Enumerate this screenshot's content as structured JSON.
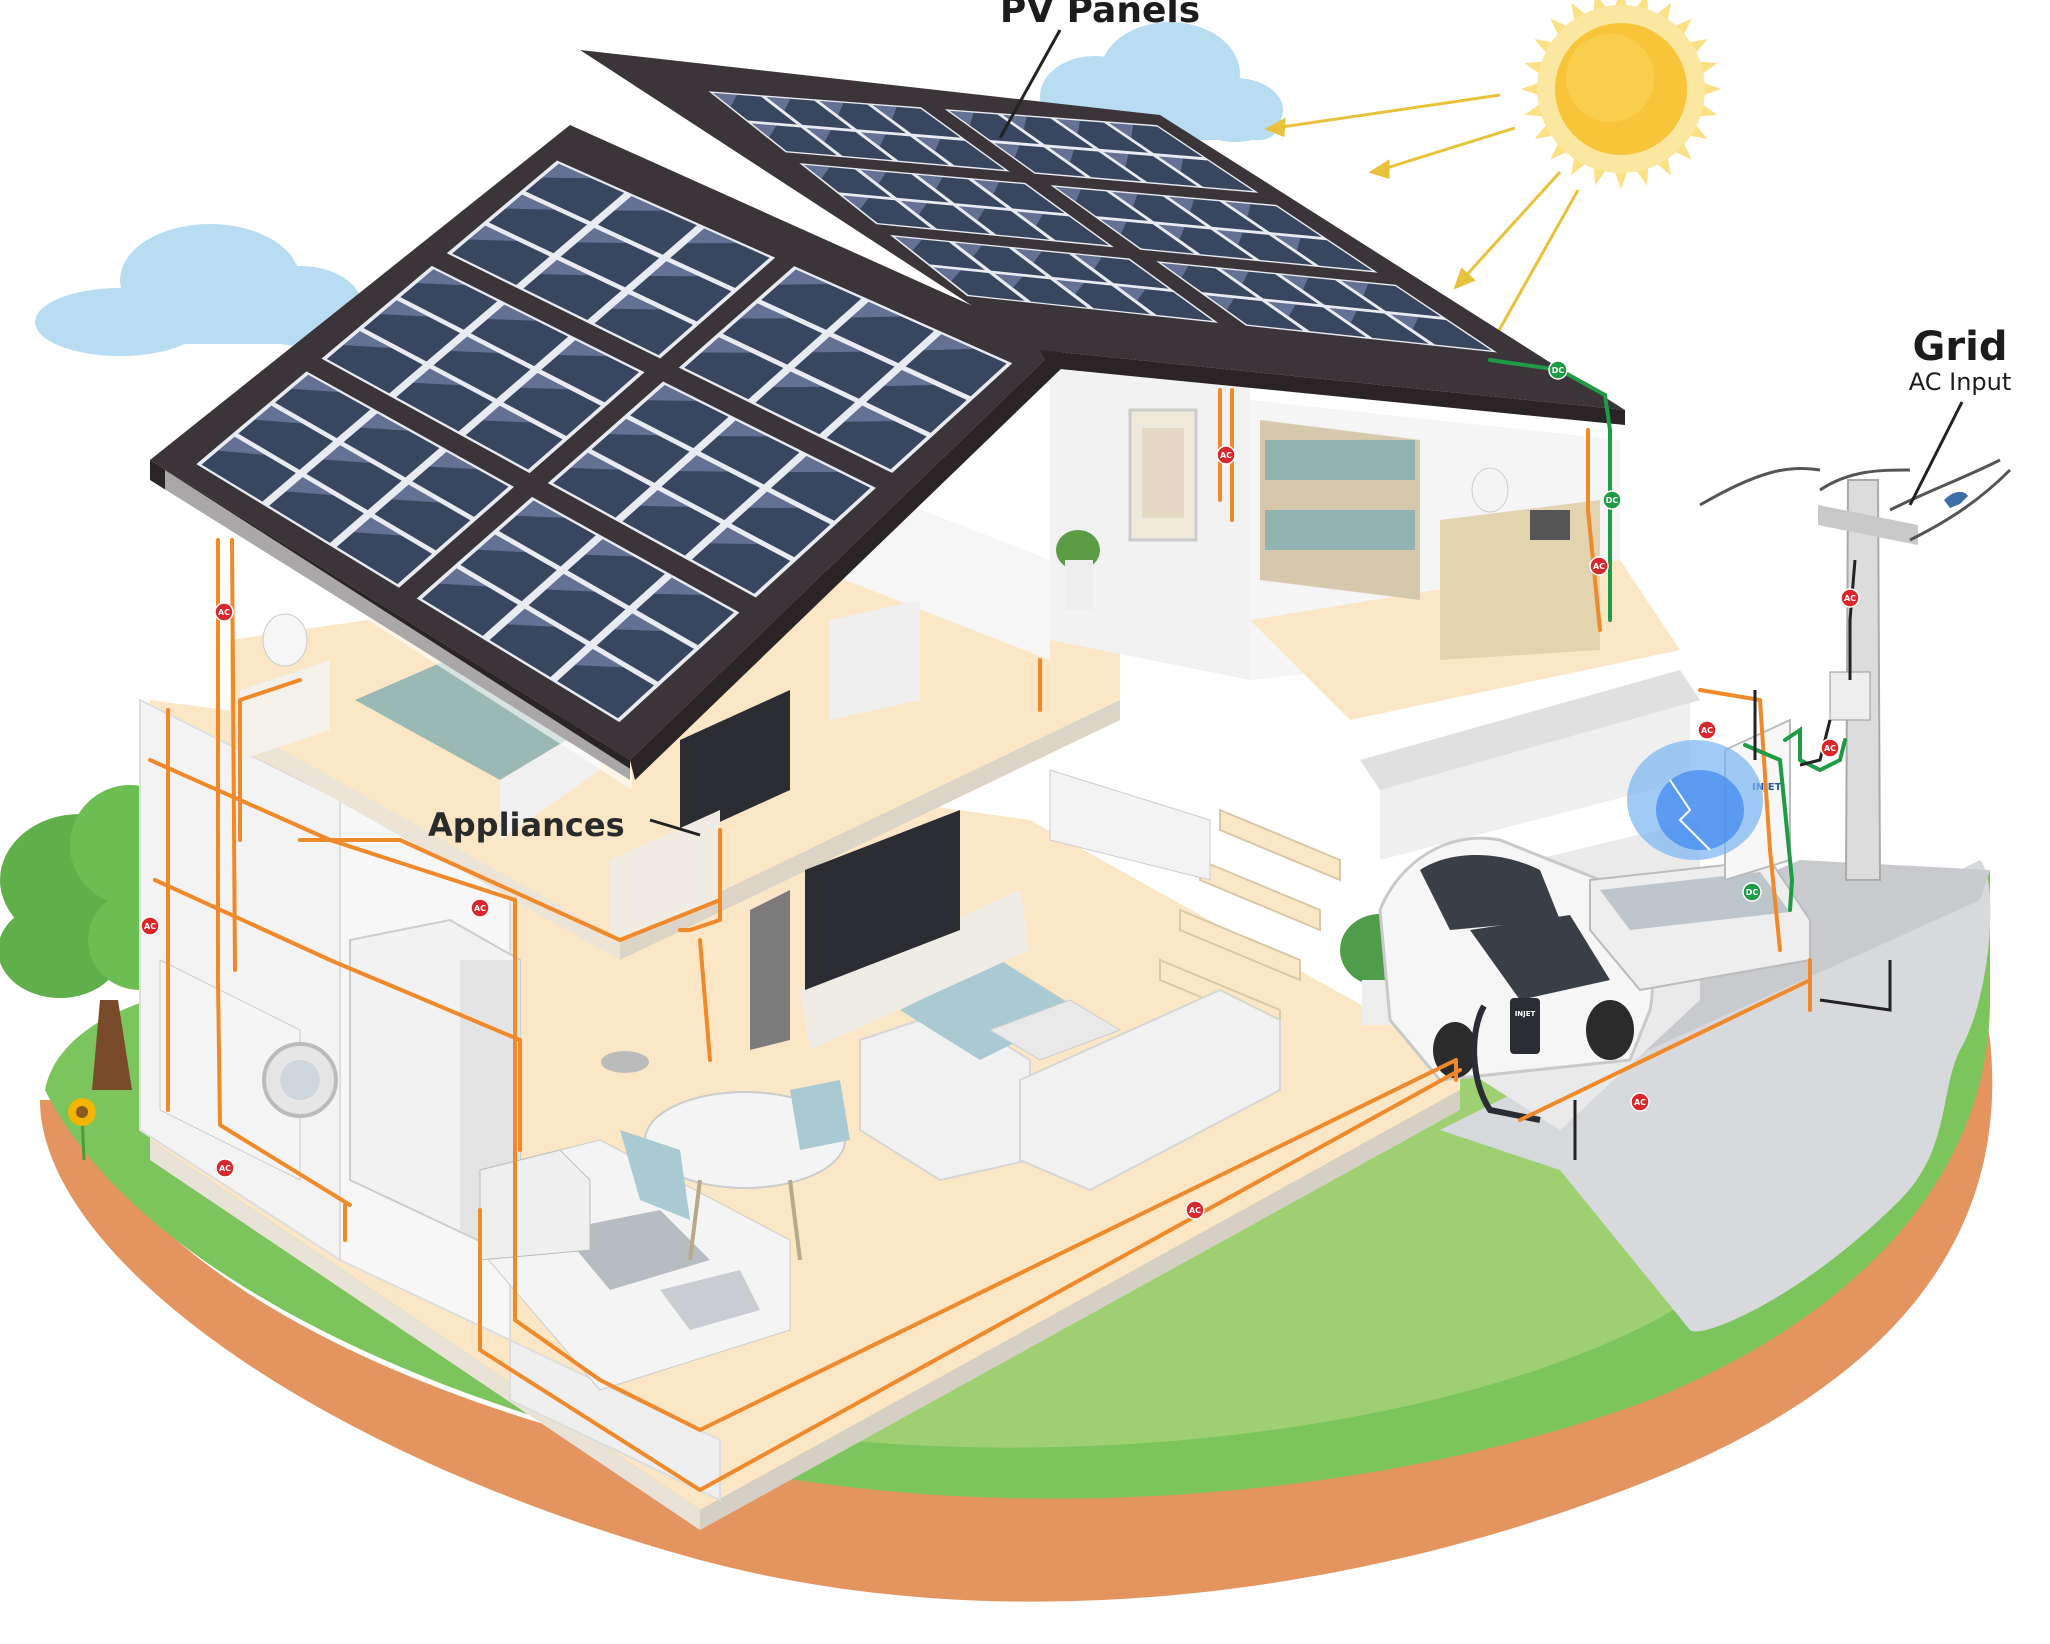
{
  "labels": {
    "pv_panels": "PV Panels",
    "grid_title": "Grid",
    "grid_subtitle": "AC Input",
    "appliances": "Appliances"
  },
  "badges": {
    "ac": "AC",
    "dc": "DC"
  },
  "device_text": {
    "inverter_brand": "INJET",
    "charger_brand": "INJET"
  },
  "colors": {
    "ac_wire": "#f0892a",
    "dc_wire": "#1f9a45",
    "badge_red": "#d9262b",
    "roof": "#3b3438",
    "solar_cell": "#394660",
    "panel_frame": "#e8ebf2",
    "sun": "#f8c53a",
    "sky_cloud": "#b7dcf2",
    "grass": "#7cc45c",
    "soil": "#e4955f",
    "floor": "#fbe7c6"
  },
  "icons": {
    "sun": "sun-icon",
    "cloud": "cloud-icon",
    "tree": "tree-icon",
    "flower": "sunflower-icon",
    "bird": "bird-icon"
  }
}
